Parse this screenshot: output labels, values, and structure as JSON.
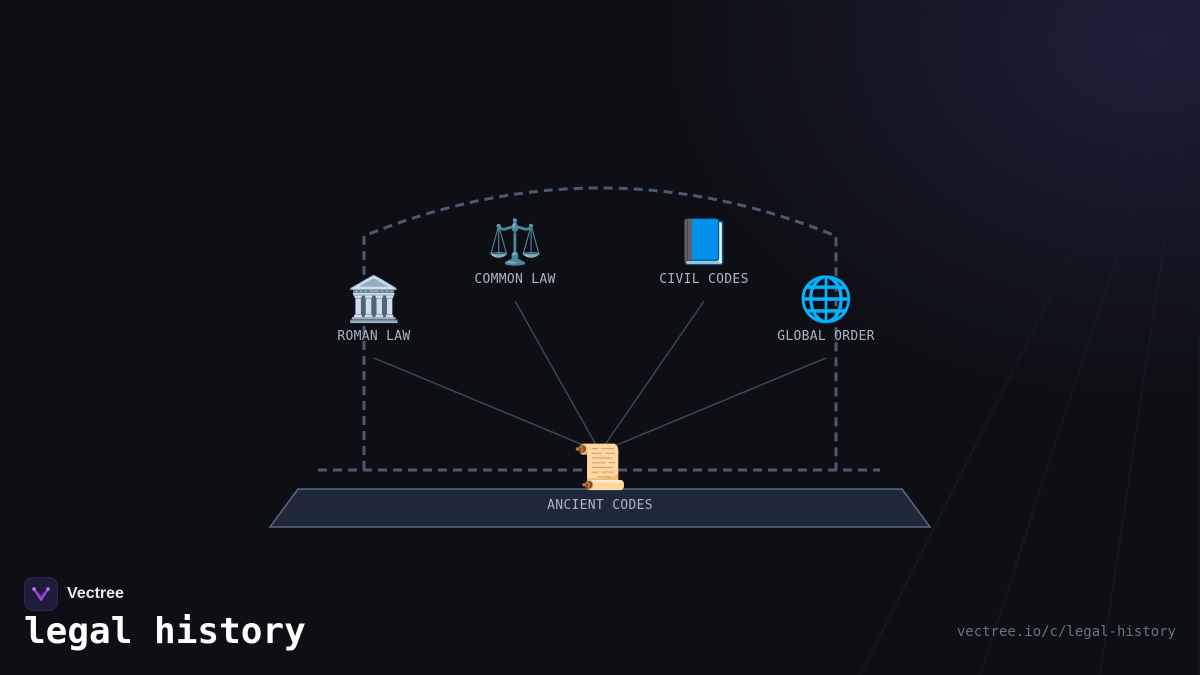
{
  "diagram": {
    "base": {
      "label": "ANCIENT CODES",
      "icon": "scroll-icon",
      "glyph": "📜"
    },
    "branches": [
      {
        "label": "ROMAN LAW",
        "icon": "classical-building-icon",
        "glyph": "🏛️"
      },
      {
        "label": "COMMON LAW",
        "icon": "balance-scale-icon",
        "glyph": "⚖️"
      },
      {
        "label": "CIVIL CODES",
        "icon": "blue-book-icon",
        "glyph": "📘"
      },
      {
        "label": "GLOBAL ORDER",
        "icon": "globe-icon",
        "glyph": "🌐"
      }
    ]
  },
  "brand": {
    "name": "Vectree",
    "logo_icon": "vectree-logo-icon"
  },
  "page": {
    "title": "legal history",
    "url": "vectree.io/c/legal-history"
  },
  "colors": {
    "background": "#0e0f14",
    "platform_fill": "#1e2838",
    "platform_stroke": "#5a6a80",
    "dashed_outline": "#4a5a70",
    "connector": "#3a4658",
    "label": "#aab4c4",
    "logo_accent": "#b04ad8"
  }
}
